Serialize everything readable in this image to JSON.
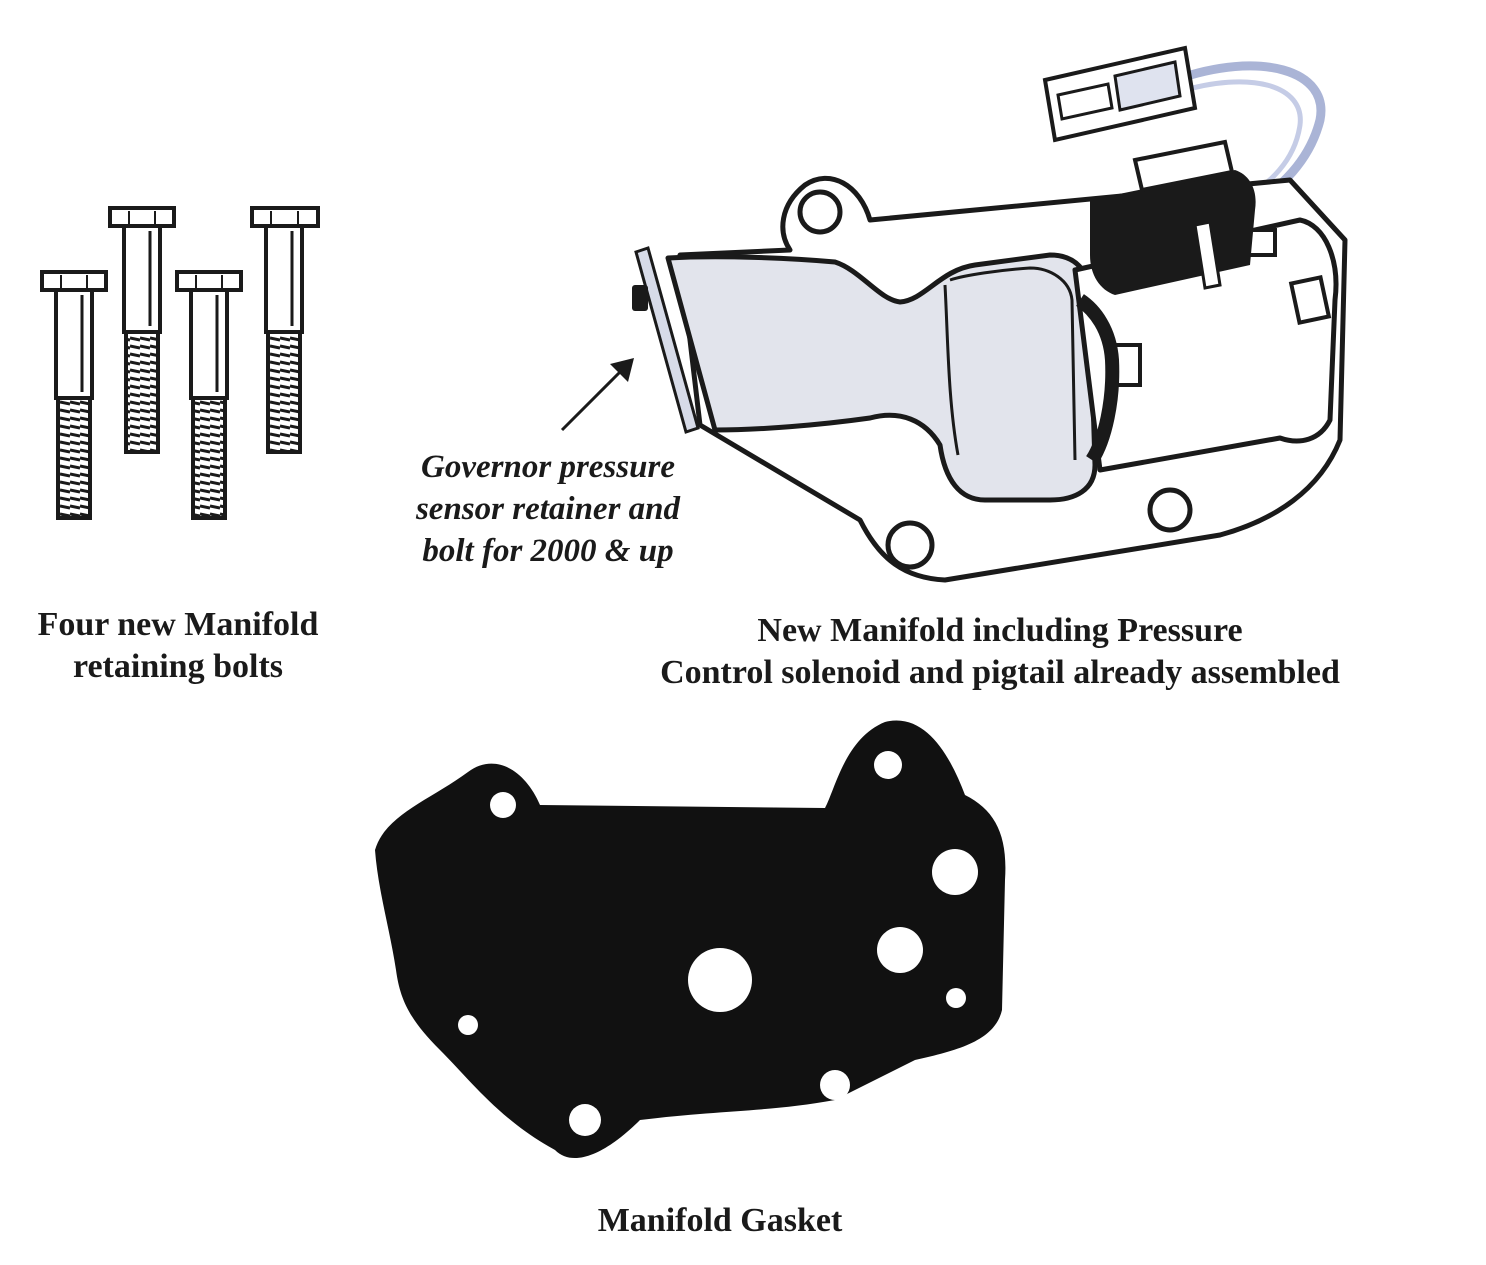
{
  "bolts": {
    "caption_line1": "Four new Manifold",
    "caption_line2": "retaining bolts"
  },
  "manifold": {
    "caption_line1": "New Manifold including Pressure",
    "caption_line2": "Control solenoid and pigtail already assembled",
    "callout_line1": "Governor pressure",
    "callout_line2": "sensor retainer and",
    "callout_line3": "bolt for 2000 & up"
  },
  "gasket": {
    "caption": "Manifold Gasket"
  },
  "colors": {
    "ink": "#1a1a1a",
    "manifold_fill": "#e2e4ec",
    "wire": "#aab4d6",
    "gasket": "#111111"
  }
}
